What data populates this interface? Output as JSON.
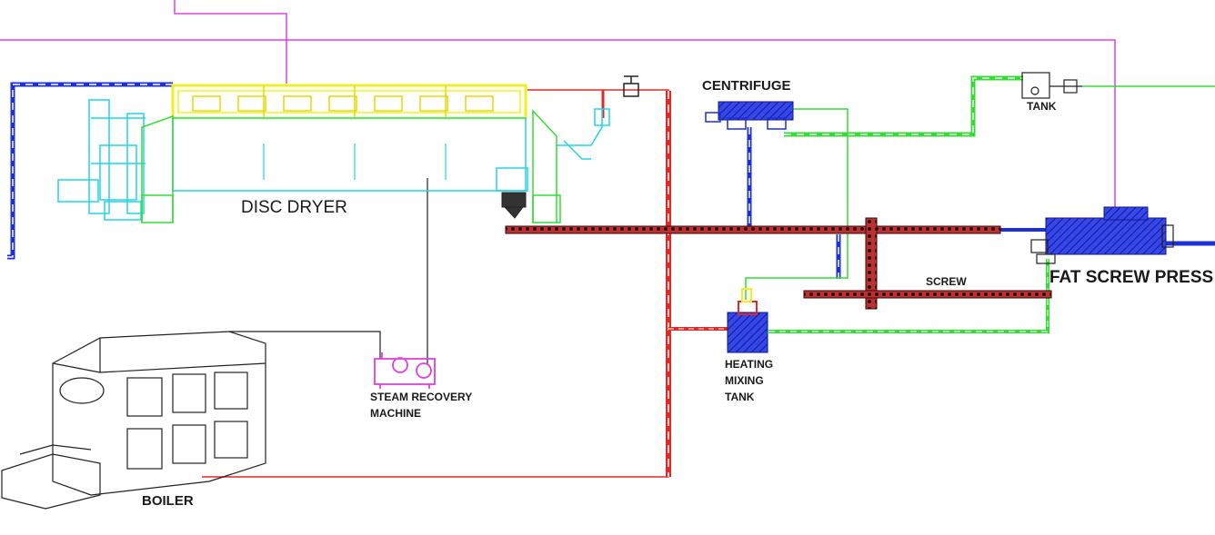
{
  "labels": {
    "disc_dryer": "DISC DRYER",
    "centrifuge": "CENTRIFUGE",
    "tank": "TANK",
    "fat_screw_press": "FAT SCREW PRESS",
    "screw": "SCREW",
    "heating_mixing_tank_line1": "HEATING",
    "heating_mixing_tank_line2": "MIXING",
    "heating_mixing_tank_line3": "TANK",
    "steam_recovery_line1": "STEAM RECOVERY",
    "steam_recovery_line2": "MACHINE",
    "boiler": "BOILER"
  },
  "colors": {
    "magenta": "#e040e0",
    "blue": "#1c2fd8",
    "red": "#e02a2a",
    "green": "#33dd33",
    "cyan": "#22d4e8",
    "yellow": "#f0f020",
    "dark_red": "#7a1e1e",
    "black": "#222222"
  }
}
